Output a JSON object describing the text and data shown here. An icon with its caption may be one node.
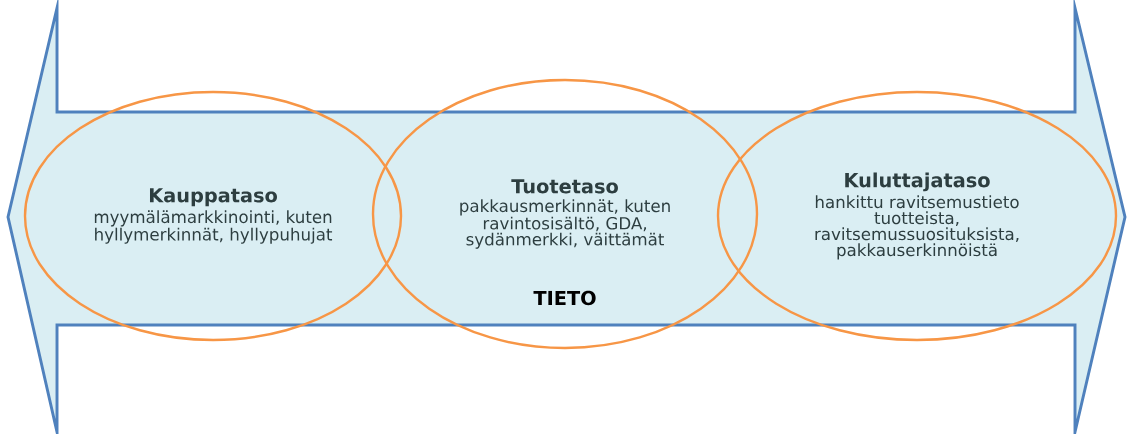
{
  "diagram": {
    "nodes": [
      {
        "text": [
          "Kauppataso",
          "myymälämarkkinointi, kuten hyllymerkinnät, hyllypuhujat"
        ]
      },
      {
        "text": [
          "Tuotetaso",
          "pakkausmerkinnät, kuten ravintosisältö, GDA, sydänmerkki, väittämät"
        ]
      },
      {
        "text": [
          "Kuluttajataso",
          "hankittu ravitsemustieto tuotteista, ravitsemussuosituksista, pakkauserkinnöistä"
        ]
      }
    ],
    "labels": [
      "TIETO"
    ]
  }
}
